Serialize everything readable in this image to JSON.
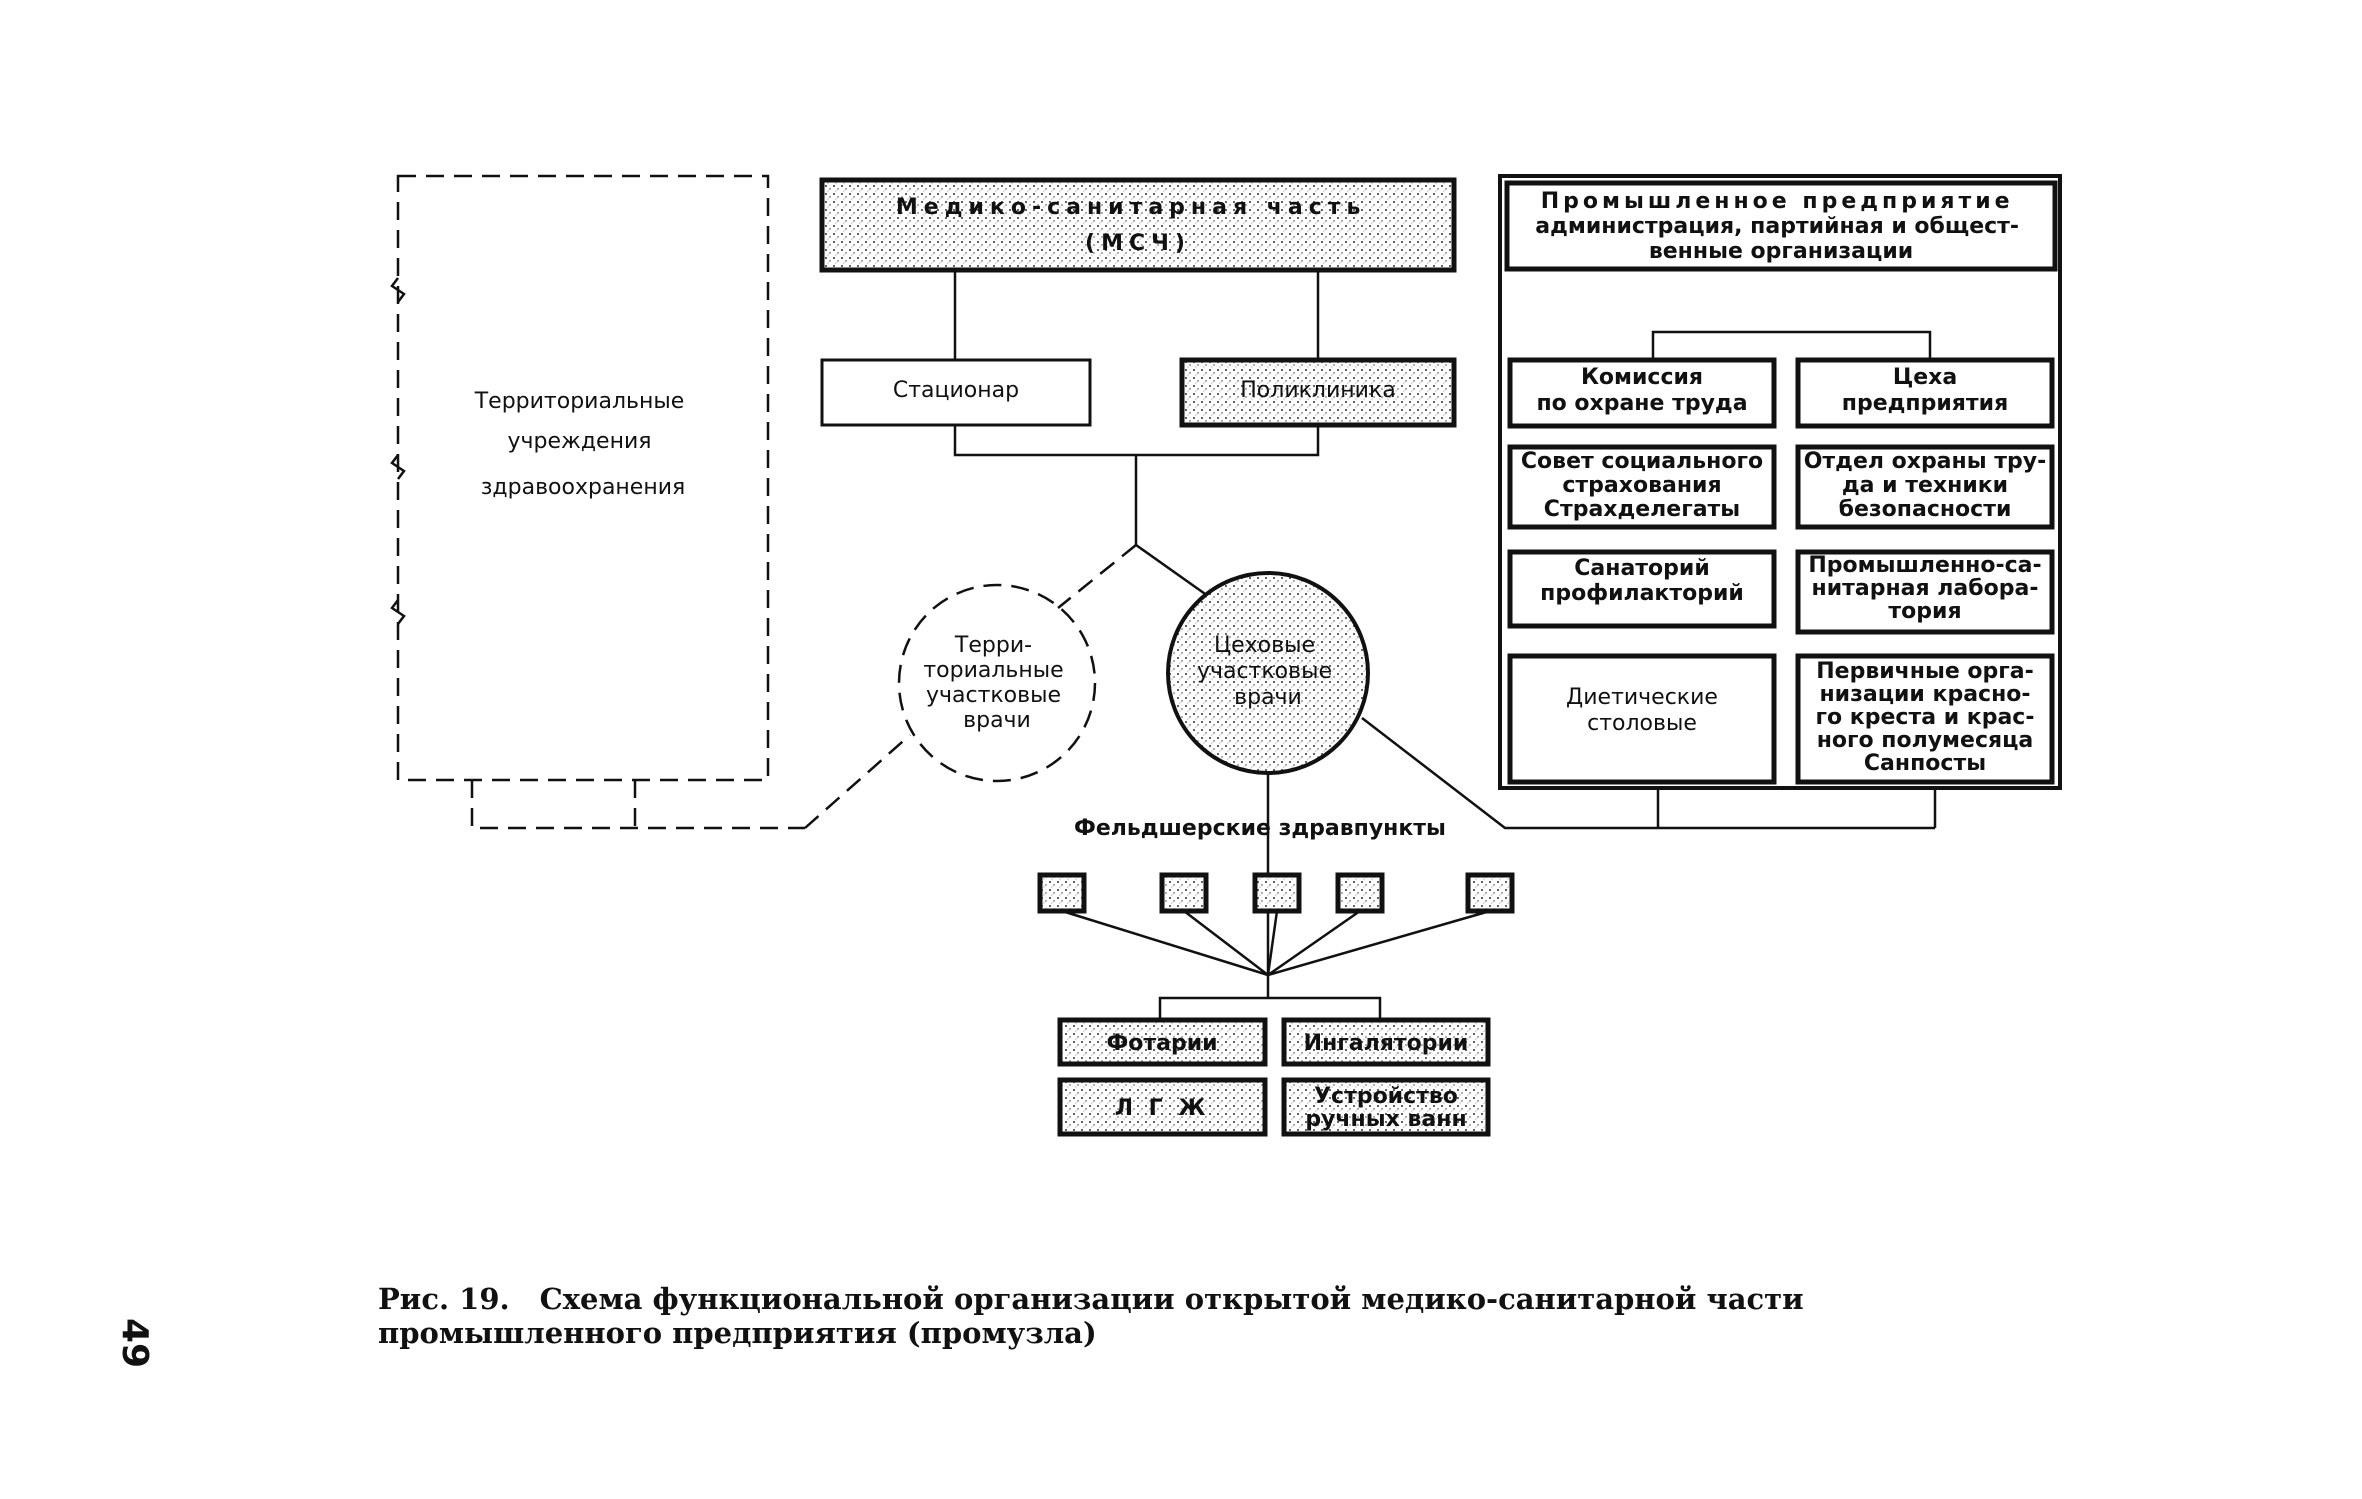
{
  "diagram": {
    "msch": [
      "Медико-санитарная часть",
      "(МСЧ)"
    ],
    "stacionar": "Стационар",
    "poliklinika": "Поликлиника",
    "territorial_institutions": [
      "Территориальные",
      "учреждения",
      "здравоохранения"
    ],
    "territorial_doctors": [
      "Терри-",
      "ториальные",
      "участковые",
      "врачи"
    ],
    "shop_doctors": [
      "Цеховые",
      "участковые",
      "врачи"
    ],
    "enterprise": [
      "Промышленное предприятие",
      "администрация, партийная и общест-",
      "венные организации"
    ],
    "right_left_col": [
      [
        "Комиссия",
        "по охране труда"
      ],
      [
        "Совет социального",
        "страхования",
        "Страхделегаты"
      ],
      [
        "Санаторий",
        "профилакторий"
      ],
      [
        "Диетические",
        "столовые"
      ]
    ],
    "right_right_col": [
      [
        "Цеха",
        "предприятия"
      ],
      [
        "Отдел охраны тру-",
        "да и техники",
        "безопасности"
      ],
      [
        "Промышленно-са-",
        "нитарная лабора-",
        "тория"
      ],
      [
        "Первичные орга-",
        "низации красно-",
        "го креста и крас-",
        "ного полумесяца",
        "Санпосты"
      ]
    ],
    "feldsher_label": "Фельдшерские   здравпункты",
    "bottom": {
      "fotarii": "Фотарии",
      "ingalyatorii": "Ингалятории",
      "lgzh": "Л Г Ж",
      "vanny": [
        "Устройство",
        "ручных ванн"
      ]
    }
  },
  "caption": {
    "number": "Рис. 19.",
    "text": "Схема функциональной организации открытой медико-санитарной части промышленного предприятия (промузла)"
  },
  "page_number": "49"
}
